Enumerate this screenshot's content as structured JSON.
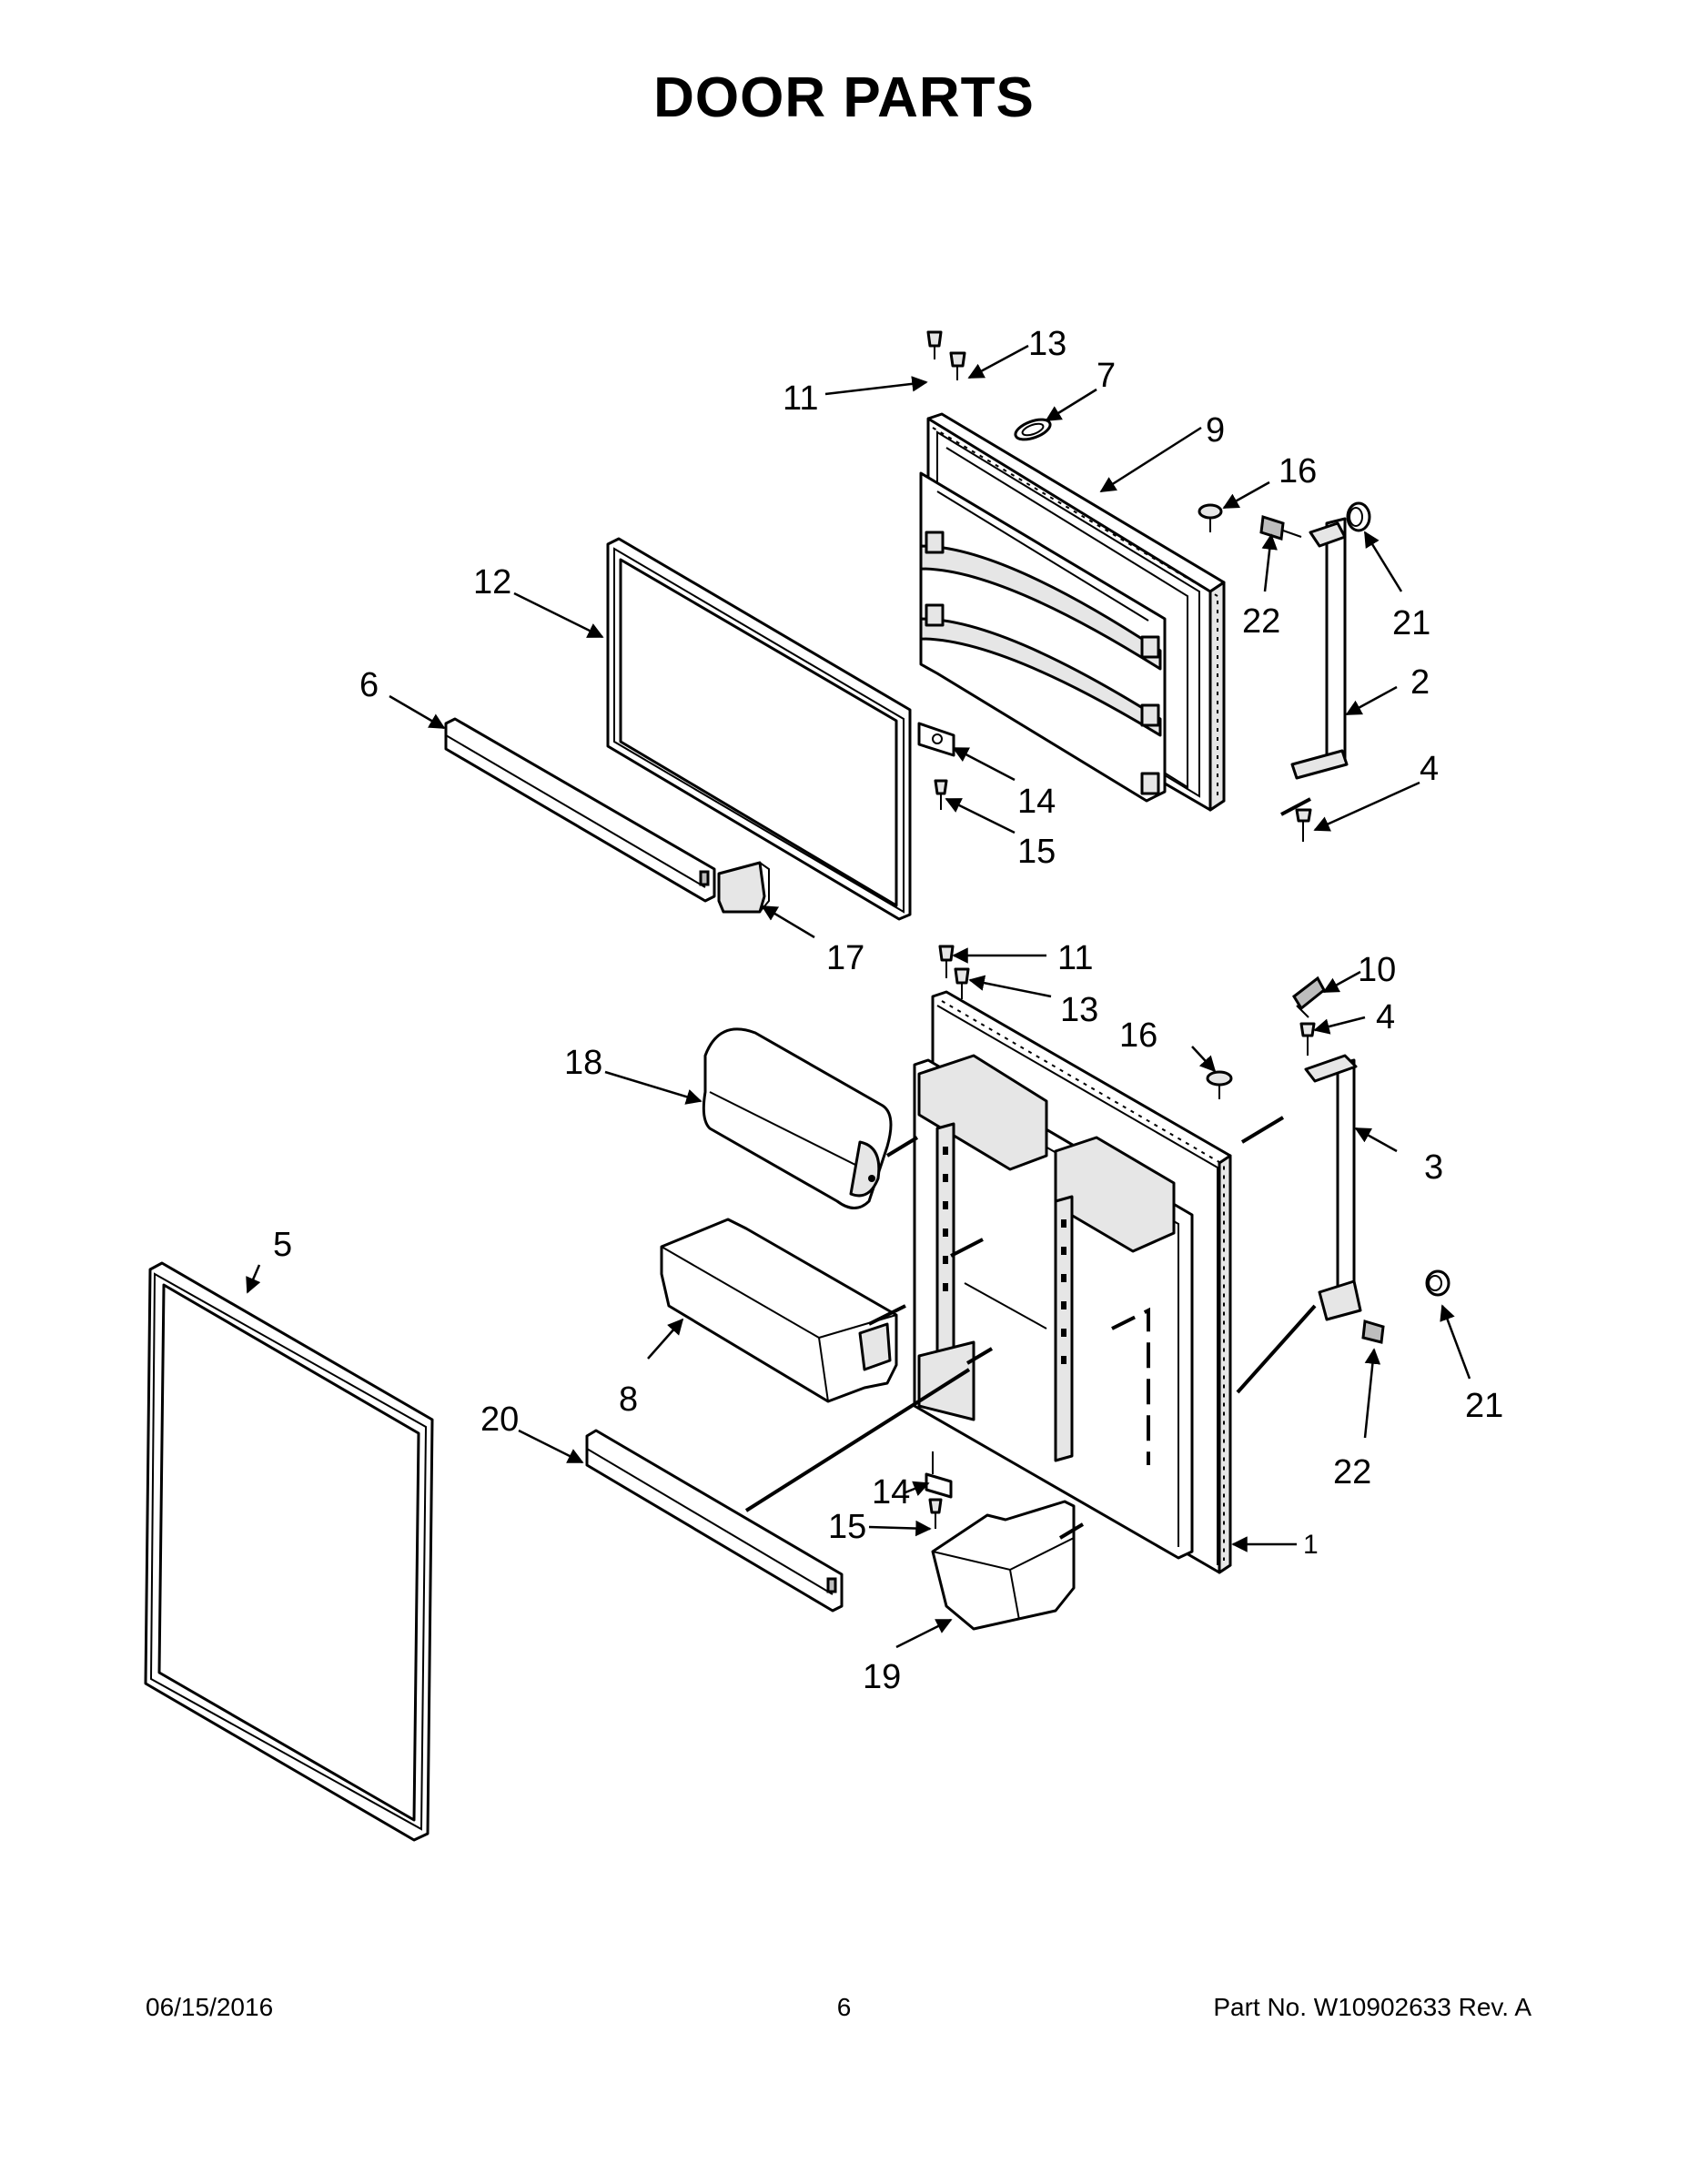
{
  "title": "DOOR PARTS",
  "callouts": {
    "n1": "1",
    "n2": "2",
    "n3": "3",
    "n4a": "4",
    "n4b": "4",
    "n5": "5",
    "n6": "6",
    "n7": "7",
    "n8": "8",
    "n9": "9",
    "n10": "10",
    "n11a": "11",
    "n11b": "11",
    "n12": "12",
    "n13a": "13",
    "n13b": "13",
    "n14a": "14",
    "n14b": "14",
    "n15a": "15",
    "n15b": "15",
    "n16a": "16",
    "n16b": "16",
    "n17": "17",
    "n18": "18",
    "n19": "19",
    "n20": "20",
    "n21a": "21",
    "n21b": "21",
    "n22a": "22",
    "n22b": "22"
  },
  "footer": {
    "date": "06/15/2016",
    "page": "6",
    "part_no": "Part No.  W10902633   Rev.  A"
  }
}
